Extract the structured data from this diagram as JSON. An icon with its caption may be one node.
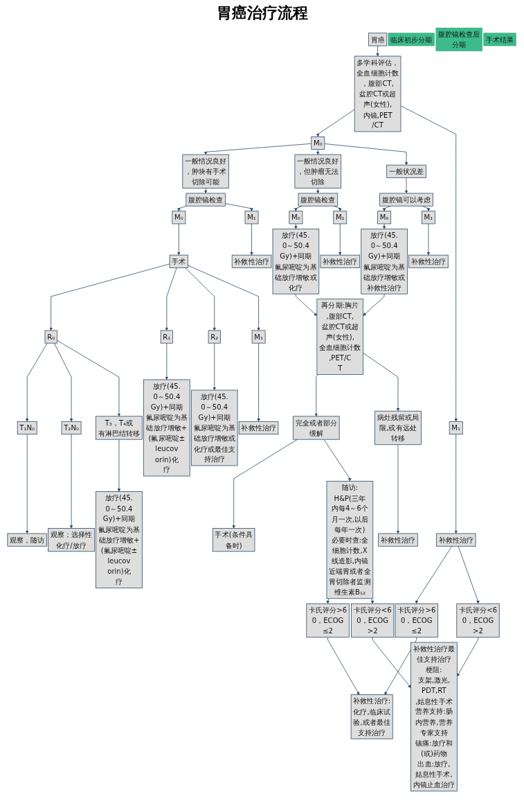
{
  "diagram": {
    "title": "胃癌治疗流程",
    "nodes": [
      {
        "text": [
          "胃癌"
        ]
      },
      {
        "text": [
          "多学科评估，全血细胞计数，腹部CT,盆腔CT或超声(女性),内镜,PET/CT"
        ]
      },
      {
        "text": [
          "临床初步分期"
        ]
      },
      {
        "text": [
          "M₀"
        ]
      },
      {
        "text": [
          "M₁"
        ]
      },
      {
        "text": [
          "一般情况良好，肿块有手术切除可能"
        ]
      },
      {
        "text": [
          "一般情况良好，但肿瘤无法切除"
        ]
      },
      {
        "text": [
          "一般状况差"
        ]
      },
      {
        "text": [
          "补救性治疗"
        ]
      },
      {
        "text": [
          "腹腔镜检查"
        ]
      },
      {
        "text": [
          "腹腔镜检查"
        ]
      },
      {
        "text": [
          "腹腔镜可以考虑"
        ]
      },
      {
        "text": [
          "卡氏评分>60，ECOG≤2"
        ]
      },
      {
        "text": [
          "卡氏评分<60，ECOG>2"
        ]
      },
      {
        "text": [
          "腹腔镜检查后分期"
        ]
      },
      {
        "text": [
          "M₀"
        ]
      },
      {
        "text": [
          "M₁"
        ]
      },
      {
        "text": [
          "M₀"
        ]
      },
      {
        "text": [
          "M₁"
        ]
      },
      {
        "text": [
          "M₀"
        ]
      },
      {
        "text": [
          "M₁"
        ]
      },
      {
        "text": [
          "手术"
        ]
      },
      {
        "text": [
          "补救性治疗"
        ]
      },
      {
        "text": [
          "补救性治疗"
        ]
      },
      {
        "text": [
          "补救性治疗"
        ]
      },
      {
        "text": [
          "补救性治疗最佳支持治疗",
          "梗阻:",
          "支架,激光,PDT,RT,姑息性手术营养支持:肠内营养,营养专家支持",
          "镇痛:放疗和(或)药物",
          "出血:放疗,姑息性手术,内镜止血治疗"
        ]
      },
      {
        "text": [
          "放疗(45.0～50.4Gy)+同期氟尿嘧啶为基础放疗增敏或化疗"
        ]
      },
      {
        "text": [
          "放疗(45.0～50.4Gy)+同期氟尿嘧啶为基础放疗增敏或补救性治疗"
        ]
      },
      {
        "text": [
          "补救性治疗:化疗,临床试验,或者最佳支持治疗"
        ]
      },
      {
        "text": [
          "手术结果"
        ]
      },
      {
        "text": [
          "R₀"
        ]
      },
      {
        "text": [
          "R₁"
        ]
      },
      {
        "text": [
          "R₂"
        ]
      },
      {
        "text": [
          "M₁"
        ]
      },
      {
        "text": [
          "再分期:胸片,腹部CT,盆腔CT或超声(女性),全血细胞计数,PET/CT"
        ]
      },
      {
        "text": [
          "卡氏评分>60，ECOG≤2"
        ]
      },
      {
        "text": [
          "补救性治疗"
        ]
      },
      {
        "text": [
          "T₁N₀"
        ]
      },
      {
        "text": [
          "T₂N₀"
        ]
      },
      {
        "text": [
          "观察，随访"
        ]
      },
      {
        "text": [
          "观察；选择性化疗/放疗"
        ]
      },
      {
        "text": [
          "T₃，T₄或有淋巴结转移"
        ]
      },
      {
        "text": [
          "完全或者部分缓解"
        ]
      },
      {
        "text": [
          "病灶残留或局限,或有远处转移"
        ]
      },
      {
        "text": [
          "卡氏评分<60，ECOG>2"
        ]
      },
      {
        "text": [
          "放疗(45.0～50.4Gy)+同期氟尿嘧啶为基础放疗增敏+(氟尿嘧啶±leucovorin)化疗"
        ]
      },
      {
        "text": [
          "放疗(45.0～50.4Gy)+同期氟尿嘧啶为基础放疗增敏+(氟尿嘧啶±leucovorin)化疗"
        ]
      },
      {
        "text": [
          "放疗(45.0～50.4Gy)+同期氟尿嘧啶为基础放疗增敏或化疗或最佳支持治疗"
        ]
      },
      {
        "text": [
          "补救性治疗"
        ]
      },
      {
        "text": [
          "手术(条件具备时)"
        ]
      },
      {
        "text": [
          "随访:",
          "H&P(三年内每4～6个月一次,以后每年一次)",
          "必要时查:全细胞计数,X线造影,内镜近端胃或者全胃切除者监测维生素B₁₂"
        ]
      }
    ],
    "edges": [
      {
        "from": 0,
        "to": 1,
        "arrow": "to"
      },
      {
        "from": 1,
        "to": 3,
        "arrow": "to"
      },
      {
        "from": 1,
        "to": 4,
        "arrow": "to"
      },
      {
        "from": 3,
        "to": 5,
        "arrow": "to"
      },
      {
        "from": 3,
        "to": 6,
        "arrow": "to"
      },
      {
        "from": 3,
        "to": 7,
        "arrow": "to"
      },
      {
        "from": 4,
        "to": 8,
        "arrow": "to"
      },
      {
        "from": 5,
        "to": 9,
        "arrow": "to"
      },
      {
        "from": 6,
        "to": 10,
        "arrow": "to"
      },
      {
        "from": 7,
        "to": 11,
        "arrow": "to"
      },
      {
        "from": 8,
        "to": 12,
        "arrow": "to"
      },
      {
        "from": 8,
        "to": 13,
        "arrow": "to"
      },
      {
        "from": 9,
        "to": 15,
        "arrow": "to"
      },
      {
        "from": 9,
        "to": 16,
        "arrow": "to"
      },
      {
        "from": 10,
        "to": 17,
        "arrow": "to"
      },
      {
        "from": 10,
        "to": 18,
        "arrow": "to"
      },
      {
        "from": 11,
        "to": 19,
        "arrow": "to"
      },
      {
        "from": 11,
        "to": 20,
        "arrow": "to"
      },
      {
        "from": 15,
        "to": 21,
        "arrow": "to"
      },
      {
        "from": 16,
        "to": 22,
        "arrow": "to"
      },
      {
        "from": 18,
        "to": 23,
        "arrow": "to"
      },
      {
        "from": 20,
        "to": 24,
        "arrow": "to"
      },
      {
        "from": 17,
        "to": 26,
        "arrow": "to"
      },
      {
        "from": 19,
        "to": 27,
        "arrow": "to"
      },
      {
        "from": 12,
        "to": 28,
        "arrow": "to"
      },
      {
        "from": 13,
        "to": 25,
        "arrow": "to"
      },
      {
        "from": 21,
        "to": 30,
        "arrow": "to"
      },
      {
        "from": 21,
        "to": 31,
        "arrow": "to"
      },
      {
        "from": 21,
        "to": 32,
        "arrow": "to"
      },
      {
        "from": 21,
        "to": 33,
        "arrow": "to"
      },
      {
        "from": 26,
        "to": 34,
        "arrow": "to"
      },
      {
        "from": 27,
        "to": 34,
        "arrow": "to"
      },
      {
        "from": 35,
        "to": 28,
        "arrow": "to"
      },
      {
        "from": 33,
        "to": 36,
        "arrow": "to"
      },
      {
        "from": 30,
        "to": 37,
        "arrow": "to"
      },
      {
        "from": 30,
        "to": 38,
        "arrow": "to"
      },
      {
        "from": 30,
        "to": 41,
        "arrow": "to"
      },
      {
        "from": 37,
        "to": 39,
        "arrow": "to"
      },
      {
        "from": 38,
        "to": 40,
        "arrow": "to"
      },
      {
        "from": 41,
        "to": 45,
        "arrow": "to"
      },
      {
        "from": 31,
        "to": 46,
        "arrow": "to"
      },
      {
        "from": 32,
        "to": 47,
        "arrow": "to"
      },
      {
        "from": 34,
        "to": 42,
        "arrow": "to"
      },
      {
        "from": 34,
        "to": 43,
        "arrow": "to"
      },
      {
        "from": 43,
        "to": 48,
        "arrow": "to"
      },
      {
        "from": 44,
        "to": 25,
        "arrow": "to"
      },
      {
        "from": 42,
        "to": 49,
        "arrow": "to"
      },
      {
        "from": 42,
        "to": 50,
        "arrow": "to"
      },
      {
        "from": 50,
        "to": 35,
        "arrow": "to"
      },
      {
        "from": 50,
        "to": 44,
        "arrow": "to"
      }
    ]
  }
}
